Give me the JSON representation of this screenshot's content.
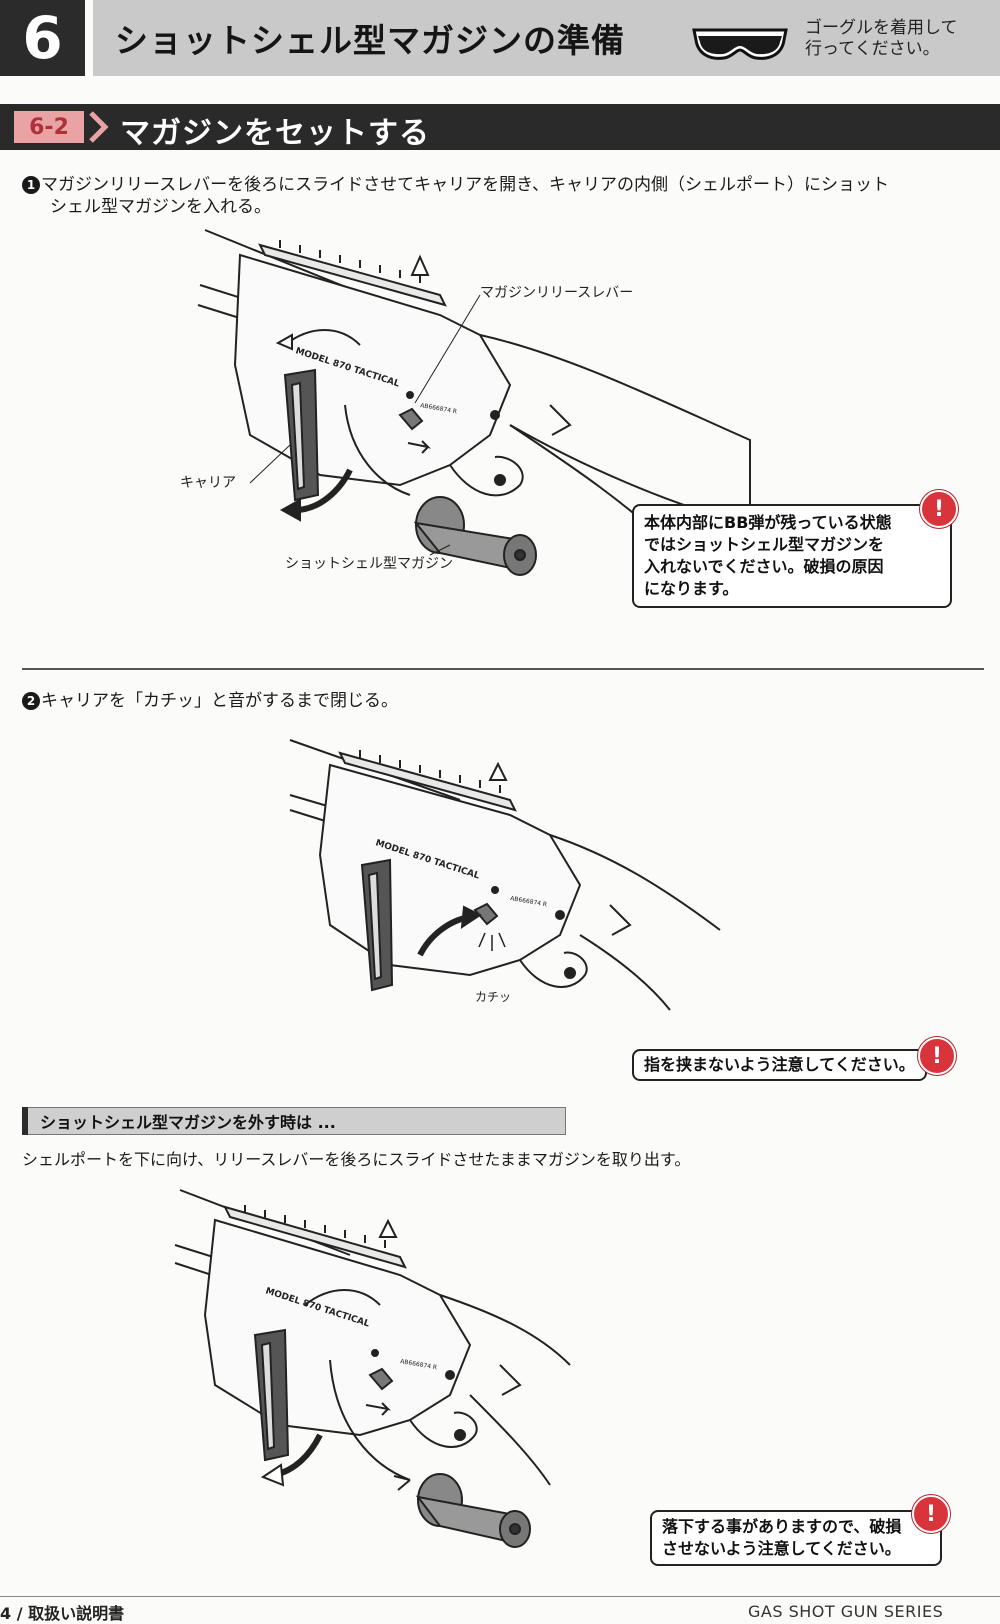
{
  "header": {
    "section_number": "6",
    "title": "ショットシェル型マガジンの準備",
    "goggle_note_line1": "ゴーグルを着用して",
    "goggle_note_line2": "行ってください。"
  },
  "section": {
    "number": "6-2",
    "title": "マガジンをセットする"
  },
  "step1": {
    "marker": "1",
    "text_line1": "マガジンリリースレバーを後ろにスライドさせてキャリアを開き、キャリアの内側（シェルポート）にショット",
    "text_line2": "シェル型マガジンを入れる。",
    "label_release_lever": "マガジンリリースレバー",
    "label_carrier": "キャリア",
    "label_magazine": "ショットシェル型マガジン",
    "gun_model": "MODEL 870 TACTICAL",
    "serial": "AB666874 R",
    "warning_line1": "本体内部にBB弾が残っている状態",
    "warning_line2": "ではショットシェル型マガジンを",
    "warning_line3": "入れないでください。破損の原因",
    "warning_line4": "になります。"
  },
  "step2": {
    "marker": "2",
    "text": "キャリアを「カチッ」と音がするまで閉じる。",
    "label_click": "カチッ",
    "gun_model": "MODEL 870 TACTICAL",
    "serial": "AB666874 R",
    "warning": "指を挟まないよう注意してください。"
  },
  "removal": {
    "title": "ショットシェル型マガジンを外す時は ...",
    "text": "シェルポートを下に向け、リリースレバーを後ろにスライドさせたままマガジンを取り出す。",
    "gun_model": "MODEL 870 TACTICAL",
    "serial": "AB666874 R",
    "warning_line1": "落下する事がありますので、破損",
    "warning_line2": "させないよう注意してください。"
  },
  "warning_icon": "!",
  "footer": {
    "left": "4 / 取扱い説明書",
    "right": "GAS SHOT GUN SERIES"
  },
  "colors": {
    "header_dark": "#2b2b2b",
    "header_gray": "#c9c9c9",
    "section_badge": "#e9a3a5",
    "section_badge_text": "#b0303a",
    "warning_red": "#d9343c"
  }
}
